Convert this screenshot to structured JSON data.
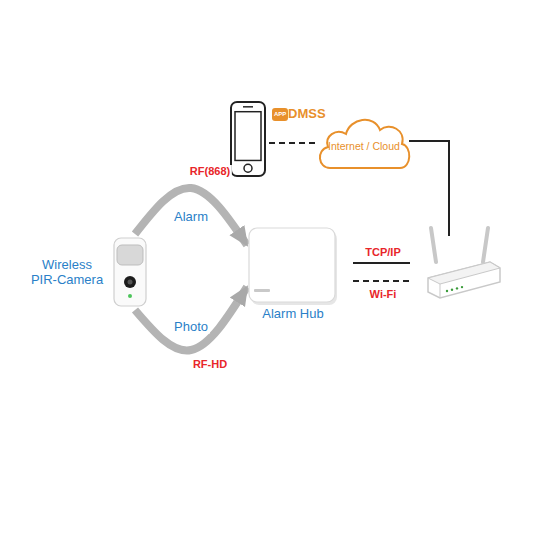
{
  "diagram": {
    "nodes": [
      {
        "text": [
          "APP",
          "DMSS"
        ]
      },
      {
        "text": [
          "Internet / Cloud"
        ]
      },
      {
        "text": [
          "Wireless PIR-Camera"
        ]
      },
      {
        "text": [
          "Alarm Hub"
        ]
      }
    ],
    "edges": [
      {
        "from": 2,
        "to": 3,
        "label": "Alarm",
        "arrow": "to"
      },
      {
        "from": 2,
        "to": 3,
        "label": "Photo",
        "arrow": "to"
      },
      {
        "from": 0,
        "to": 1,
        "arrow": "none"
      }
    ],
    "labels": [
      "RF(868)",
      "RF-HD",
      "TCP/IP",
      "Wi-Fi"
    ]
  }
}
